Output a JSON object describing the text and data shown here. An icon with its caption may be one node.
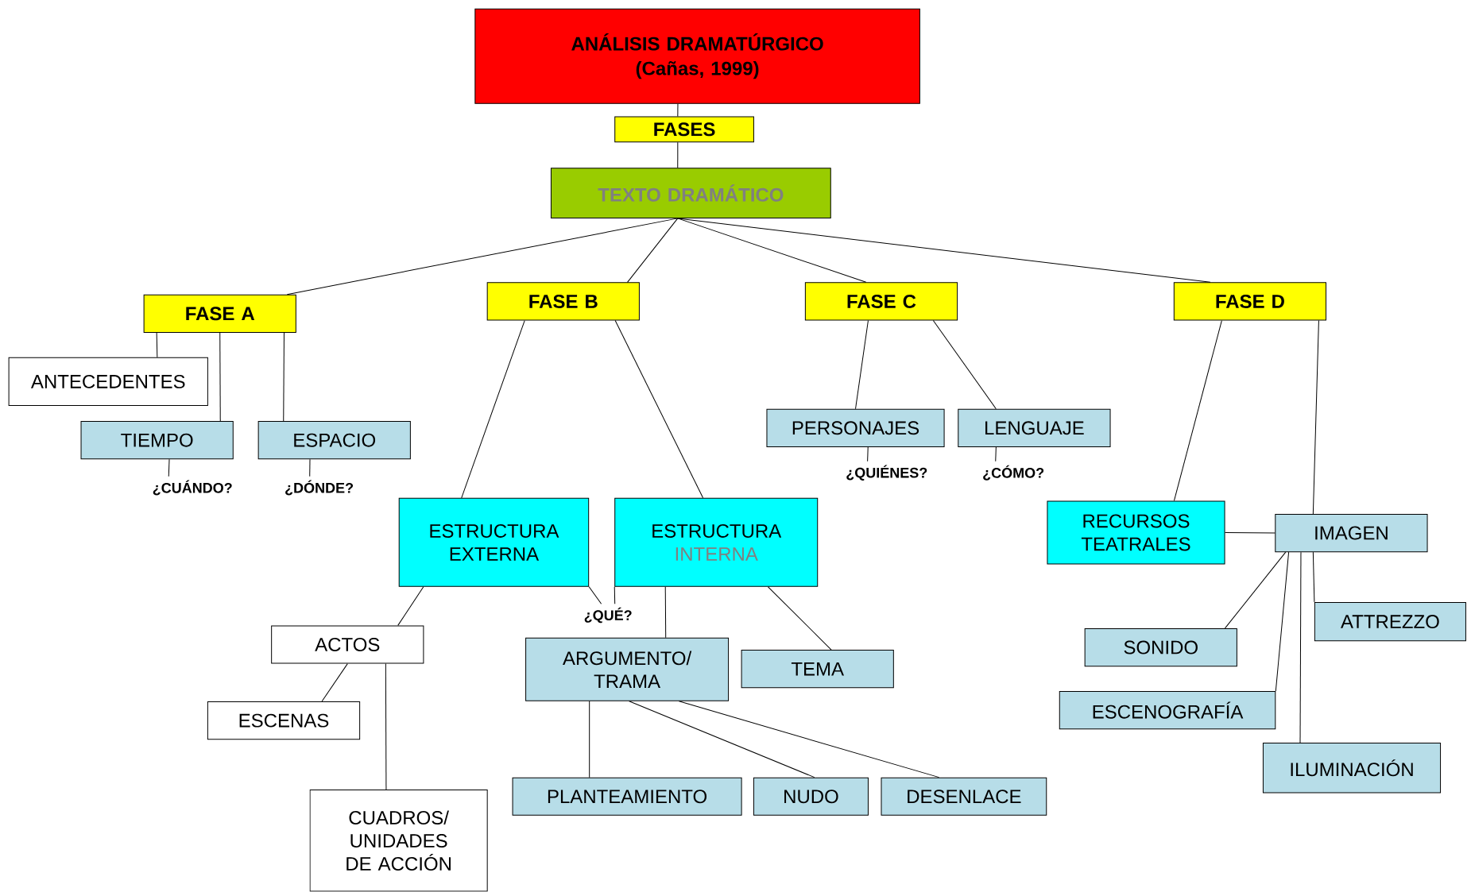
{
  "diagram": {
    "nodes": [
      {
        "text": [
          "ANÁLISIS DRAMATÚRGICO",
          "(Cañas, 1999)"
        ]
      },
      {
        "text": [
          "FASES"
        ]
      },
      {
        "text": [
          "TEXTO DRAMÁTICO"
        ]
      },
      {
        "text": [
          "FASE A"
        ]
      },
      {
        "text": [
          "FASE B"
        ]
      },
      {
        "text": [
          "FASE C"
        ]
      },
      {
        "text": [
          "FASE D"
        ]
      },
      {
        "text": [
          "ANTECEDENTES"
        ]
      },
      {
        "text": [
          "TIEMPO"
        ]
      },
      {
        "text": [
          "ESPACIO"
        ]
      },
      {
        "text": [
          "ESTRUCTURA EXTERNA"
        ]
      },
      {
        "text": [
          "ESTRUCTURA",
          "INTERNA"
        ]
      },
      {
        "text": [
          "PERSONAJES"
        ]
      },
      {
        "text": [
          "LENGUAJE"
        ]
      },
      {
        "text": [
          "RECURSOS TEATRALES"
        ]
      },
      {
        "text": [
          "IMAGEN"
        ]
      },
      {
        "text": [
          "ACTOS"
        ]
      },
      {
        "text": [
          "ARGUMENTO/ TRAMA"
        ]
      },
      {
        "text": [
          "TEMA"
        ]
      },
      {
        "text": [
          "SONIDO"
        ]
      },
      {
        "text": [
          "ATTREZZO"
        ]
      },
      {
        "text": [
          "ESCENAS"
        ]
      },
      {
        "text": [
          "ESCENOGRAFÍA"
        ]
      },
      {
        "text": [
          "ILUMINACIÓN"
        ]
      },
      {
        "text": [
          "CUADROS/ UNIDADES DE ACCIÓN"
        ]
      },
      {
        "text": [
          "PLANTEAMIENTO"
        ]
      },
      {
        "text": [
          "NUDO"
        ]
      },
      {
        "text": [
          "DESENLACE"
        ]
      },
      {
        "text": [
          "¿CUÁNDO?"
        ]
      },
      {
        "text": [
          "¿DÓNDE?"
        ]
      },
      {
        "text": [
          "¿QUIÉNES?"
        ]
      },
      {
        "text": [
          "¿CÓMO?"
        ]
      },
      {
        "text": [
          "¿QUÉ?"
        ]
      }
    ],
    "edges": [
      {
        "from": 0,
        "to": 1,
        "arrow": "none"
      },
      {
        "from": 1,
        "to": 2,
        "arrow": "none"
      },
      {
        "from": 2,
        "to": 3,
        "arrow": "none"
      },
      {
        "from": 2,
        "to": 4,
        "arrow": "none"
      },
      {
        "from": 2,
        "to": 5,
        "arrow": "none"
      },
      {
        "from": 2,
        "to": 6,
        "arrow": "none"
      },
      {
        "from": 3,
        "to": 7,
        "arrow": "none"
      },
      {
        "from": 3,
        "to": 8,
        "arrow": "none"
      },
      {
        "from": 3,
        "to": 9,
        "arrow": "none"
      },
      {
        "from": 4,
        "to": 10,
        "arrow": "none"
      },
      {
        "from": 4,
        "to": 11,
        "arrow": "none"
      },
      {
        "from": 5,
        "to": 12,
        "arrow": "none"
      },
      {
        "from": 5,
        "to": 13,
        "arrow": "none"
      },
      {
        "from": 6,
        "to": 14,
        "arrow": "none"
      },
      {
        "from": 6,
        "to": 15,
        "arrow": "none"
      },
      {
        "from": 8,
        "to": 28,
        "arrow": "none"
      },
      {
        "from": 9,
        "to": 29,
        "arrow": "none"
      },
      {
        "from": 12,
        "to": 30,
        "arrow": "none"
      },
      {
        "from": 13,
        "to": 31,
        "arrow": "none"
      },
      {
        "from": 10,
        "to": 32,
        "arrow": "none"
      },
      {
        "from": 11,
        "to": 32,
        "arrow": "none"
      },
      {
        "from": 10,
        "to": 16,
        "arrow": "none"
      },
      {
        "from": 16,
        "to": 21,
        "arrow": "none"
      },
      {
        "from": 16,
        "to": 24,
        "arrow": "none"
      },
      {
        "from": 11,
        "to": 17,
        "arrow": "none"
      },
      {
        "from": 11,
        "to": 18,
        "arrow": "none"
      },
      {
        "from": 17,
        "to": 25,
        "arrow": "none"
      },
      {
        "from": 17,
        "to": 26,
        "arrow": "none"
      },
      {
        "from": 17,
        "to": 27,
        "arrow": "none"
      },
      {
        "from": 14,
        "to": 15,
        "arrow": "none"
      },
      {
        "from": 15,
        "to": 19,
        "arrow": "none"
      },
      {
        "from": 15,
        "to": 22,
        "arrow": "none"
      },
      {
        "from": 15,
        "to": 23,
        "arrow": "none"
      },
      {
        "from": 15,
        "to": 20,
        "arrow": "none"
      }
    ]
  }
}
